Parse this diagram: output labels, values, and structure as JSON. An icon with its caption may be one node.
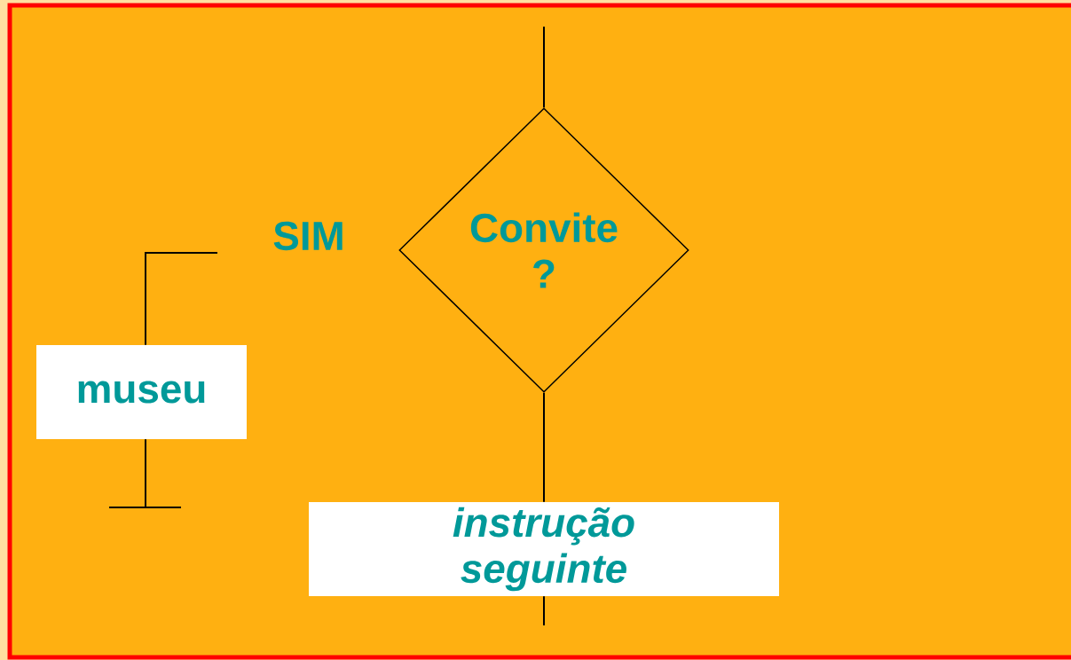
{
  "diagram": {
    "nodes": [
      {
        "text": [
          "Convite ?"
        ]
      },
      {
        "text": [
          "museu"
        ]
      },
      {
        "text": [
          "instrução seguinte"
        ]
      }
    ],
    "edges": [
      {
        "from": null,
        "to": 0,
        "arrow": "none"
      },
      {
        "from": 0,
        "to": 2,
        "arrow": "none"
      },
      {
        "from": 2,
        "to": null,
        "arrow": "none"
      },
      {
        "from": null,
        "to": 1,
        "arrow": "none"
      },
      {
        "from": 1,
        "to": null,
        "arrow": "none"
      }
    ],
    "labels": [
      "SIM"
    ]
  }
}
